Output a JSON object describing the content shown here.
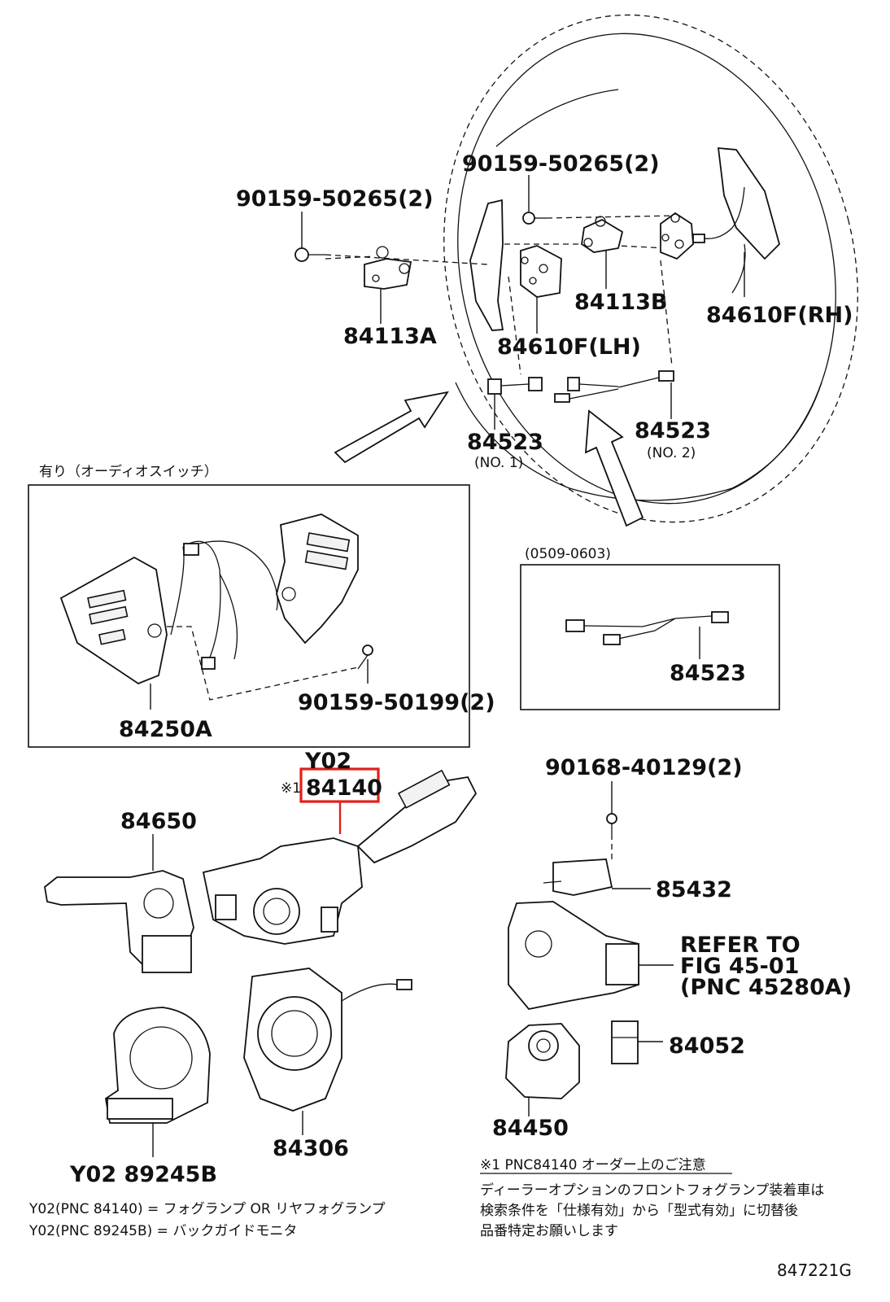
{
  "labels": {
    "bolt_lh": "90159-50265(2)",
    "bolt_rh": "90159-50265(2)",
    "bracket_a": "84113A",
    "bracket_b": "84113B",
    "paddle_lh": "84610F(LH)",
    "paddle_rh": "84610F(RH)",
    "wire_no1": "84523",
    "wire_no1_sub": "(NO. 1)",
    "wire_no2": "84523",
    "wire_no2_sub": "(NO. 2)",
    "audio_box_title": "有り（オーディオスイッチ）",
    "audio_switch": "84250A",
    "audio_screw": "90159-50199(2)",
    "date_box_title": "(0509-0603)",
    "date_box_wire": "84523",
    "y02_a": "Y02",
    "note_mark": "※1",
    "highlight_part": "84140",
    "wiper_switch": "84650",
    "screw_bottom": "90168-40129(2)",
    "part_85432": "85432",
    "refer_line1": "REFER TO",
    "refer_line2": "FIG 45-01",
    "refer_line3": "(PNC 45280A)",
    "part_84052": "84052",
    "cover": "84306",
    "ignition": "84450",
    "sensor": "Y02 89245B"
  },
  "notes": {
    "y02_line1": "Y02(PNC 84140) = フォグランプ OR リヤフォグランプ",
    "y02_line2": "Y02(PNC 89245B) = バックガイドモニタ",
    "ordering_title": "※1  PNC84140  オーダー上のご注意",
    "ordering_line1": "ディーラーオプションのフロントフォグランプ装着車は",
    "ordering_line2": "検索条件を「仕様有効」から「型式有効」に切替後",
    "ordering_line3": "品番特定お願いします"
  },
  "figure_id": "847221G",
  "colors": {
    "highlight": "#e0201b",
    "ink": "#111111",
    "paper": "#ffffff"
  }
}
